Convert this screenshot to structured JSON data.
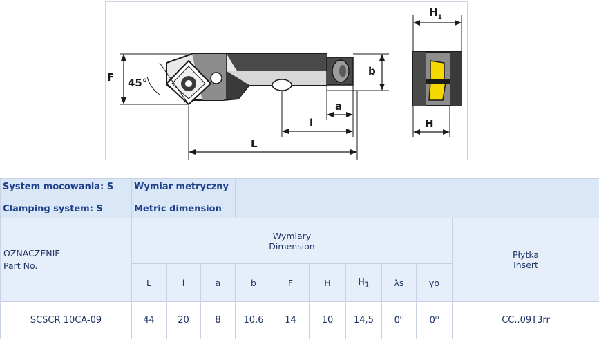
{
  "drawing": {
    "label_F": "F",
    "label_angle": "45°",
    "label_b": "b",
    "label_a": "a",
    "label_l": "l",
    "label_L": "L",
    "label_H1": "H",
    "label_H1_sub": "1",
    "label_H": "H"
  },
  "colors": {
    "header_bg": "#d9e7f7",
    "subheader_bg": "#e6eef9",
    "border": "#c7d2e6",
    "insert_yellow": "#f5d800",
    "tool_body": "#3a3a3a"
  },
  "table": {
    "system_pl": "System mocowania: S",
    "system_en": "Clamping system: S",
    "dimension_pl": "Wymiar metryczny",
    "dimension_en": "Metric dimension",
    "partno_pl": "OZNACZENIE",
    "partno_en": "Part No.",
    "dims_pl": "Wymiary",
    "dims_en": "Dimension",
    "insert_pl": "Płytka",
    "insert_en": "Insert",
    "columns": [
      "L",
      "l",
      "a",
      "b",
      "F",
      "H",
      "H",
      "λs",
      "γo"
    ],
    "h1_sub": "1",
    "row": {
      "part": "SCSCR 10CA-09",
      "L": "44",
      "l": "20",
      "a": "8",
      "b": "10,6",
      "F": "14",
      "H": "10",
      "H1": "14,5",
      "ls": "0",
      "go": "0",
      "deg": "o",
      "insert": "CC..09T3rr"
    }
  }
}
